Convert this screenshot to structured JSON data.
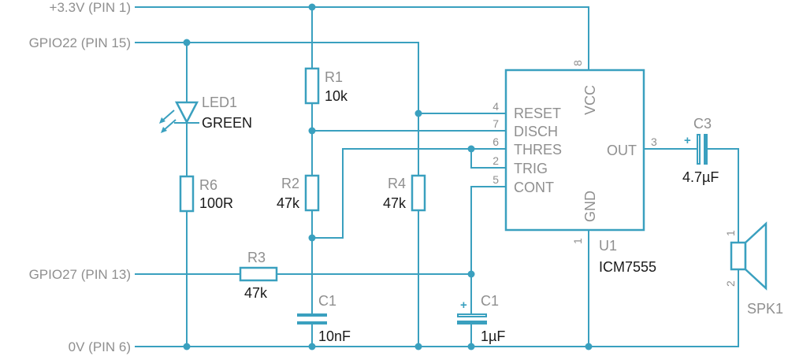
{
  "nets": {
    "vcc": "+3.3V (PIN 1)",
    "gpio22": "GPIO22 (PIN 15)",
    "gpio27": "GPIO27 (PIN 13)",
    "gnd": "0V (PIN 6)"
  },
  "components": {
    "led1": {
      "ref": "LED1",
      "value": "GREEN"
    },
    "r1": {
      "ref": "R1",
      "value": "10k"
    },
    "r2": {
      "ref": "R2",
      "value": "47k"
    },
    "r3": {
      "ref": "R3",
      "value": "47k"
    },
    "r4": {
      "ref": "R4",
      "value": "47k"
    },
    "r6": {
      "ref": "R6",
      "value": "100R"
    },
    "c1a": {
      "ref": "C1",
      "value": "10nF"
    },
    "c1b": {
      "ref": "C1",
      "value": "1µF",
      "polarity": "+"
    },
    "c3": {
      "ref": "C3",
      "value": "4.7µF",
      "polarity": "+"
    },
    "spk1": {
      "ref": "SPK1",
      "pin1": "1",
      "pin2": "2"
    },
    "u1": {
      "ref": "U1",
      "value": "ICM7555",
      "pins": {
        "reset": {
          "name": "RESET",
          "num": "4"
        },
        "disch": {
          "name": "DISCH",
          "num": "7"
        },
        "thres": {
          "name": "THRES",
          "num": "6"
        },
        "trig": {
          "name": "TRIG",
          "num": "2"
        },
        "cont": {
          "name": "CONT",
          "num": "5"
        },
        "vcc": {
          "name": "VCC",
          "num": "8"
        },
        "gnd": {
          "name": "GND",
          "num": "1"
        },
        "out": {
          "name": "OUT",
          "num": "3"
        }
      }
    }
  },
  "colors": {
    "wire": "#3aa0bf",
    "label": "#8f8f8f",
    "value": "#1a1a1a"
  }
}
